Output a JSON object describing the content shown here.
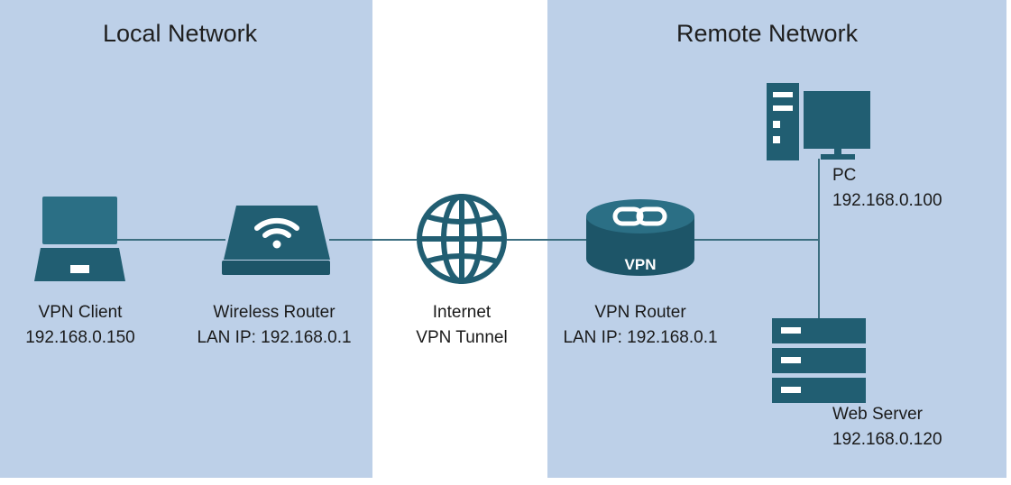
{
  "zones": {
    "local": {
      "title": "Local Network"
    },
    "remote": {
      "title": "Remote Network"
    }
  },
  "nodes": {
    "vpn_client": {
      "name": "VPN Client",
      "ip": "192.168.0.150"
    },
    "wireless_router": {
      "name": "Wireless Router",
      "ip": "LAN IP: 192.168.0.1"
    },
    "internet": {
      "name": "Internet",
      "sub": "VPN Tunnel"
    },
    "vpn_router": {
      "name": "VPN Router",
      "ip": "LAN IP: 192.168.0.1",
      "badge": "VPN"
    },
    "pc": {
      "name": "PC",
      "ip": "192.168.0.100"
    },
    "web_server": {
      "name": "Web Server",
      "ip": "192.168.0.120"
    }
  },
  "colors": {
    "zone_fill": "#bdd0e8",
    "icon_teal": "#215e72",
    "icon_teal_light": "#2b6f85",
    "link": "#3c6e80"
  }
}
